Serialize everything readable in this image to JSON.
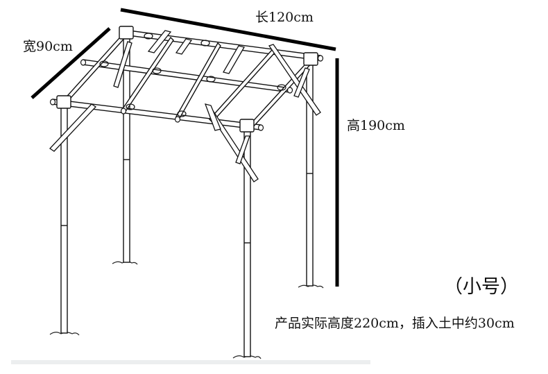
{
  "dimensions": {
    "length_label": "长120cm",
    "width_label": "宽90cm",
    "height_label": "高190cm"
  },
  "size_tag": "（小号）",
  "note": "产品实际高度220cm，插入土中约30cm",
  "colors": {
    "line": "#111111",
    "dimension_bar": "#000000",
    "background": "#ffffff",
    "strip": "#eceeef"
  }
}
